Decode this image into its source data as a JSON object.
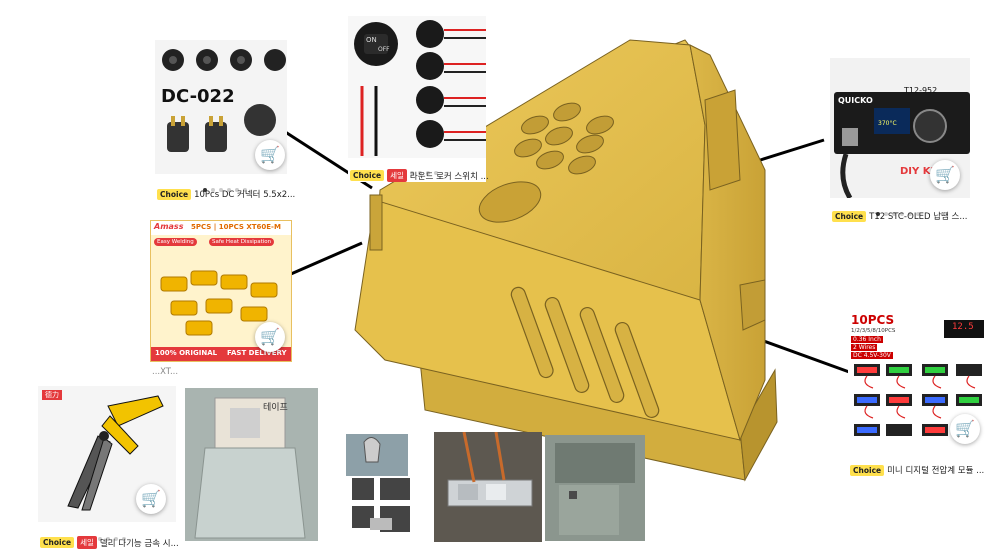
{
  "products": {
    "dc": {
      "title": "DC-022",
      "caption": "10Pcs DC 커넥터 5.5x2...",
      "badge": "Choice"
    },
    "rocker": {
      "caption": "라운드 로커 스위치 ...",
      "badge": "Choice",
      "sale": "세일",
      "switch_on": "ON",
      "switch_off": "OFF"
    },
    "xt60": {
      "brand": "Amass",
      "header": "5PCS | 10PCS XT60E-M",
      "chip1": "Easy Welding",
      "chip2": "Safe Heat Dissipation",
      "footer_left": "100% ORIGINAL",
      "footer_right": "FAST DELIVERY",
      "caption": "...XT..."
    },
    "t12": {
      "brand": "QUICKO",
      "model": "T12-952",
      "temp": "370°C",
      "overlay": "DIY KI",
      "caption": "T12 STC-OLED 납땜 스...",
      "badge": "Choice"
    },
    "voltmeter": {
      "title": "10PCS",
      "sizes": "1/2/3/5/8/10PCS",
      "line1": "0.36 Inch",
      "line2": "2 Wires",
      "line3": "DC 4.5V-30V",
      "reading": "12.5",
      "caption": "미니 디지털 전압계 모듈 ...",
      "badge": "Choice"
    },
    "snips": {
      "caption": "델리 다기능 금속 시...",
      "badge": "Choice",
      "sale": "세일",
      "tag": "德力"
    },
    "tape": {
      "label": "테이프"
    }
  },
  "cart_icon": "cart-plus-icon",
  "colors": {
    "case_yellow": "#e6c14c",
    "case_shadow": "#b8942e",
    "choice_yellow": "#ffe04d",
    "sale_red": "#e4393c"
  }
}
